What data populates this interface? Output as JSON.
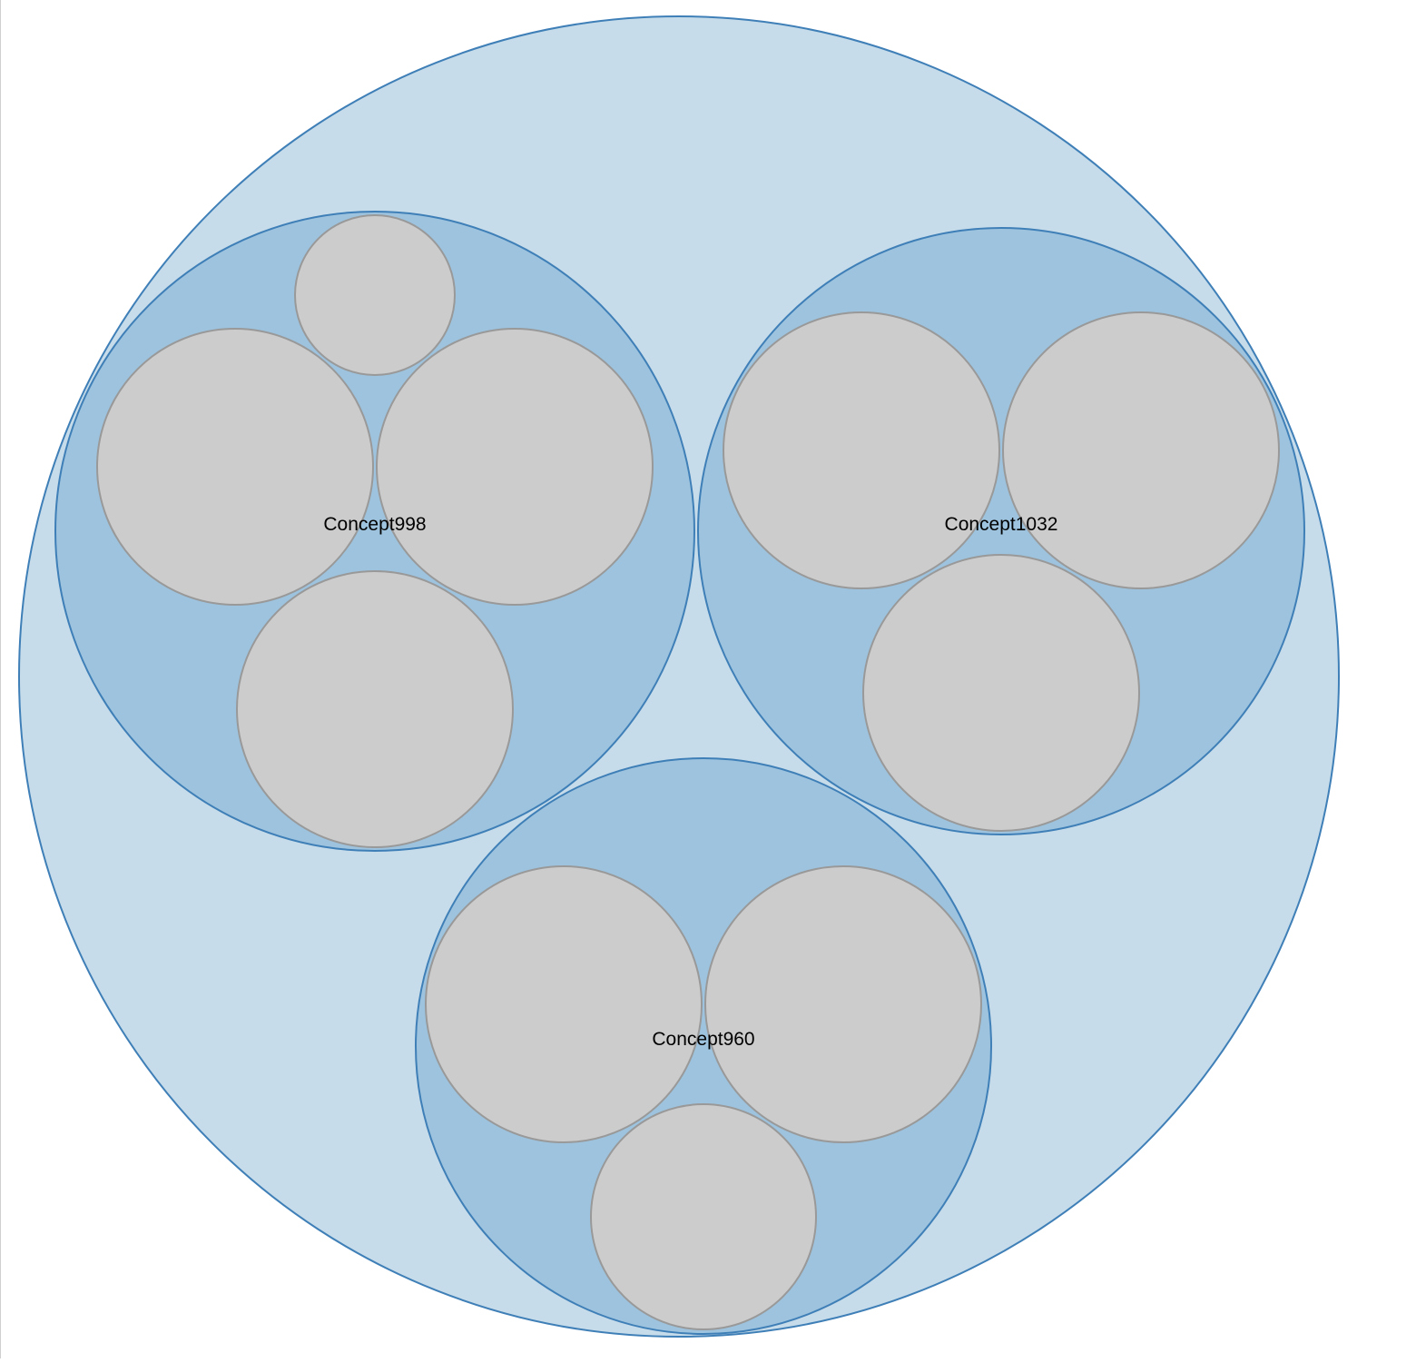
{
  "colors": {
    "root_fill": "#c6dcea",
    "group_fill": "#9dc3de",
    "leaf_fill": "#cccccc",
    "group_stroke": "#3f7fb7",
    "leaf_stroke": "#999999",
    "label": "#000000"
  },
  "groups": [
    {
      "id": "concept998",
      "label": "Concept998",
      "leaf_count": 4
    },
    {
      "id": "concept1032",
      "label": "Concept1032",
      "leaf_count": 3
    },
    {
      "id": "concept960",
      "label": "Concept960",
      "leaf_count": 3
    }
  ]
}
